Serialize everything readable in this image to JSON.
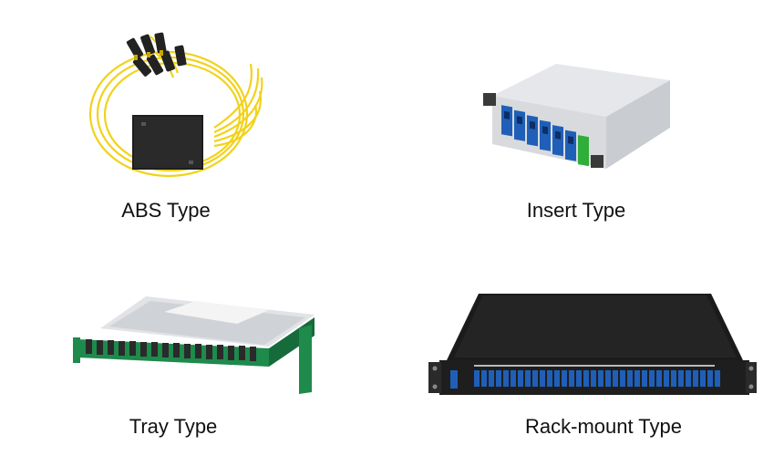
{
  "products": [
    {
      "id": "abs",
      "label": "ABS Type",
      "icon": "abs-splitter-box-icon"
    },
    {
      "id": "insert",
      "label": "Insert Type",
      "icon": "insert-splitter-cassette-icon"
    },
    {
      "id": "tray",
      "label": "Tray Type",
      "icon": "tray-splitter-icon"
    },
    {
      "id": "rack",
      "label": "Rack-mount Type",
      "icon": "rack-mount-splitter-icon"
    }
  ],
  "colors": {
    "fiber_yellow": "#f2d21b",
    "connector_blue": "#1f5fb8",
    "connector_green": "#2fae3a",
    "body_black": "#1e1e1e",
    "metal_gray": "#c9ccd0",
    "tray_green": "#1e8a4c"
  }
}
